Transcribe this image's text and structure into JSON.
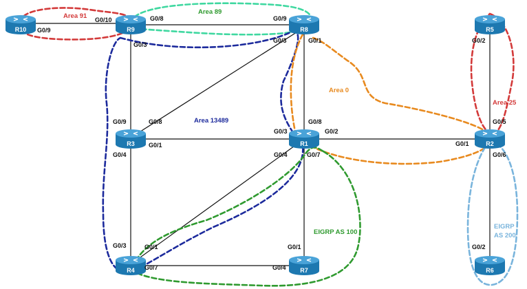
{
  "colors": {
    "router_body": "#1d78b0",
    "router_top": "#4aa3d8",
    "link": "#111111",
    "red": "#d33a3a",
    "green": "#2f9a2f",
    "teal": "#3fd8a0",
    "blue": "#1c2a9c",
    "orange": "#e88a1f",
    "lightblue": "#79b4dc"
  },
  "routers": {
    "r10": "R10",
    "r9": "R9",
    "r8": "R8",
    "r5": "R5",
    "r3": "R3",
    "r1": "R1",
    "r2": "R2",
    "r4": "R4",
    "r7": "R7",
    "r6": "R6"
  },
  "ports": {
    "r10_g09": "G0/9",
    "r9_g010": "G0/10",
    "r9_g08": "G0/8",
    "r9_g03": "G0/3",
    "r8_g09": "G0/9",
    "r8_g03": "G0/3",
    "r8_g01": "G0/1",
    "r5_g02": "G0/2",
    "r3_g09": "G0/9",
    "r3_g08": "G0/8",
    "r3_g01": "G0/1",
    "r3_g04": "G0/4",
    "r1_g08": "G0/8",
    "r1_g03": "G0/3",
    "r1_g02": "G0/2",
    "r1_g04": "G0/4",
    "r1_g07": "G0/7",
    "r2_g05": "G0/5",
    "r2_g01": "G0/1",
    "r2_g06": "G0/6",
    "r4_g03": "G0/3",
    "r4_g01": "G0/1",
    "r4_g07": "G0/7",
    "r7_g01": "G0/1",
    "r7_g04": "G0/4",
    "r6_g02": "G0/2"
  },
  "areas": {
    "area91": "Area 91",
    "area89": "Area 89",
    "area0": "Area 0",
    "area13489": "Area 13489",
    "area25": "Area 25",
    "eigrp100": "EIGRP AS 100",
    "eigrp200_line1": "EIGRP",
    "eigrp200_line2": "AS 200"
  }
}
